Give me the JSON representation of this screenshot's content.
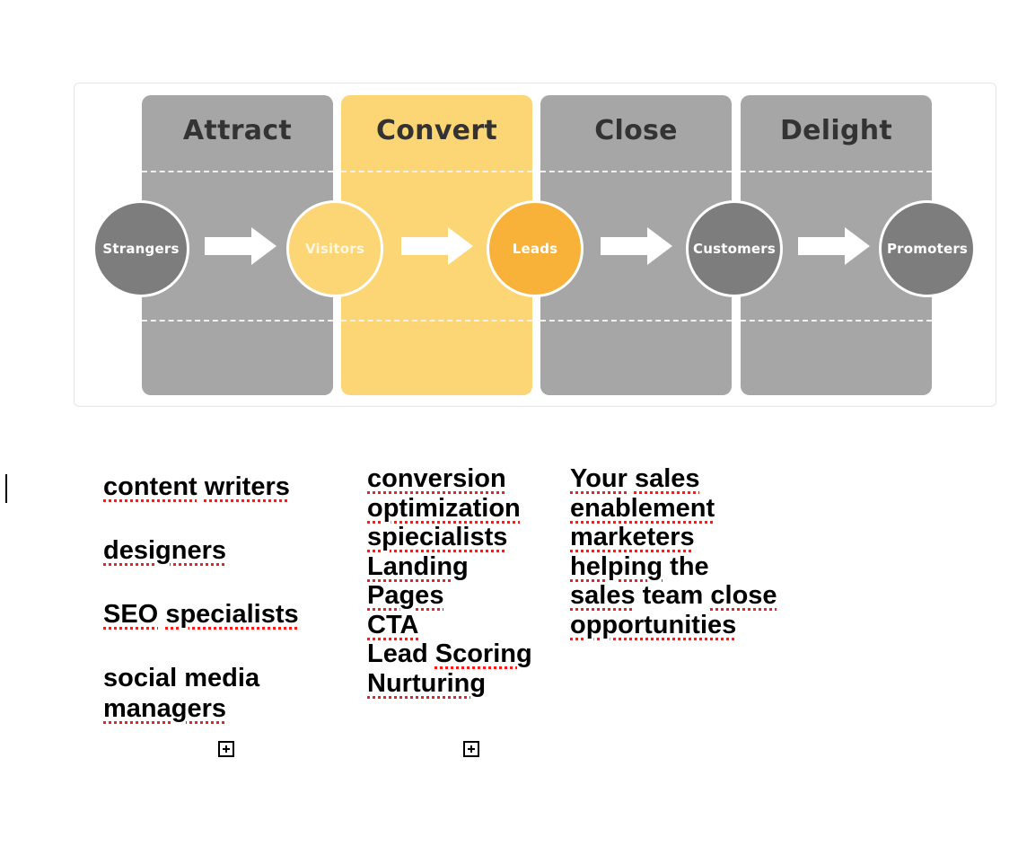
{
  "diagram": {
    "stages": [
      {
        "title": "Attract",
        "color": "#a6a6a6"
      },
      {
        "title": "Convert",
        "color": "#fcd575"
      },
      {
        "title": "Close",
        "color": "#a6a6a6"
      },
      {
        "title": "Delight",
        "color": "#a6a6a6"
      }
    ],
    "nodes": [
      {
        "label": "Strangers",
        "color": "#7d7d7d"
      },
      {
        "label": "Visitors",
        "color": "#fcd575"
      },
      {
        "label": "Leads",
        "color": "#f8b239"
      },
      {
        "label": "Customers",
        "color": "#7d7d7d"
      },
      {
        "label": "Promoters",
        "color": "#7d7d7d"
      }
    ],
    "arrow_icon": "right-arrow-icon"
  },
  "table": {
    "columns": [
      {
        "items": [
          {
            "words": [
              {
                "t": "content",
                "sp": true
              },
              {
                "t": " "
              },
              {
                "t": "writers",
                "sp": true
              }
            ]
          },
          {
            "words": [
              {
                "t": "designers",
                "sp": true
              }
            ]
          },
          {
            "words": [
              {
                "t": "SEO",
                "sp": true
              },
              {
                "t": " "
              },
              {
                "t": "specialists",
                "sp": true
              }
            ]
          },
          {
            "words": [
              {
                "t": "social media "
              },
              {
                "t": "managers",
                "sp": true
              }
            ]
          }
        ]
      },
      {
        "lines": [
          [
            {
              "t": "conversion",
              "sp": true
            }
          ],
          [
            {
              "t": "optimization",
              "sp": true
            }
          ],
          [
            {
              "t": "spiecialists",
              "sp": true
            }
          ],
          [
            {
              "t": "Landing",
              "sp": true
            }
          ],
          [
            {
              "t": "Pages",
              "sp": true
            }
          ],
          [
            {
              "t": "CTA",
              "sp": true
            }
          ],
          [
            {
              "t": "Lead "
            },
            {
              "t": "Scoring",
              "sp": true
            }
          ],
          [
            {
              "t": "Nurturing",
              "sp": true
            }
          ]
        ]
      },
      {
        "lines": [
          [
            {
              "t": "Your",
              "sp": true
            },
            {
              "t": " "
            },
            {
              "t": "sales",
              "sp": true
            }
          ],
          [
            {
              "t": "enablement",
              "sp": true
            }
          ],
          [
            {
              "t": "marketers",
              "sp": true
            }
          ],
          [
            {
              "t": "helping",
              "sp": true
            },
            {
              "t": " the"
            }
          ],
          [
            {
              "t": "sales",
              "sp": true
            },
            {
              "t": " team "
            },
            {
              "t": "close",
              "sp": true
            }
          ],
          [
            {
              "t": "opportunities",
              "sp": true
            }
          ]
        ]
      }
    ],
    "spellcheck_color": "#ff1a1a",
    "cell_handle_icon": "plus-box-icon"
  }
}
